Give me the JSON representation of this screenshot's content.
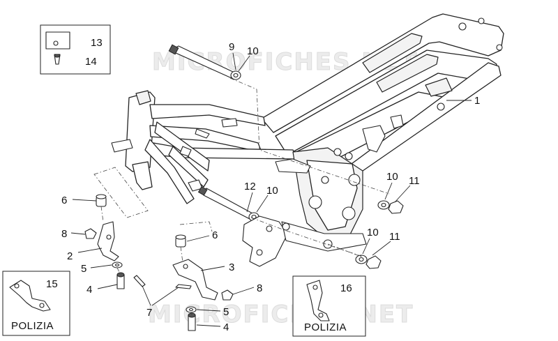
{
  "watermark": {
    "top": "MICROFICHES.NET",
    "bottom": "MICROFICHES.NET"
  },
  "callouts": [
    {
      "id": "c1",
      "text": "1"
    },
    {
      "id": "c2",
      "text": "2"
    },
    {
      "id": "c3",
      "text": "3"
    },
    {
      "id": "c4a",
      "text": "4"
    },
    {
      "id": "c4b",
      "text": "4"
    },
    {
      "id": "c5a",
      "text": "5"
    },
    {
      "id": "c5b",
      "text": "5"
    },
    {
      "id": "c6a",
      "text": "6"
    },
    {
      "id": "c6b",
      "text": "6"
    },
    {
      "id": "c7",
      "text": "7"
    },
    {
      "id": "c8a",
      "text": "8"
    },
    {
      "id": "c8b",
      "text": "8"
    },
    {
      "id": "c9",
      "text": "9"
    },
    {
      "id": "c10a",
      "text": "10"
    },
    {
      "id": "c10b",
      "text": "10"
    },
    {
      "id": "c10c",
      "text": "10"
    },
    {
      "id": "c10d",
      "text": "10"
    },
    {
      "id": "c11a",
      "text": "11"
    },
    {
      "id": "c11b",
      "text": "11"
    },
    {
      "id": "c12",
      "text": "12"
    },
    {
      "id": "c13",
      "text": "13"
    },
    {
      "id": "c14",
      "text": "14"
    },
    {
      "id": "c15",
      "text": "15"
    },
    {
      "id": "c16",
      "text": "16"
    }
  ],
  "inset_boxes": {
    "left_label": "POLIZIA",
    "right_label": "POLIZIA"
  }
}
